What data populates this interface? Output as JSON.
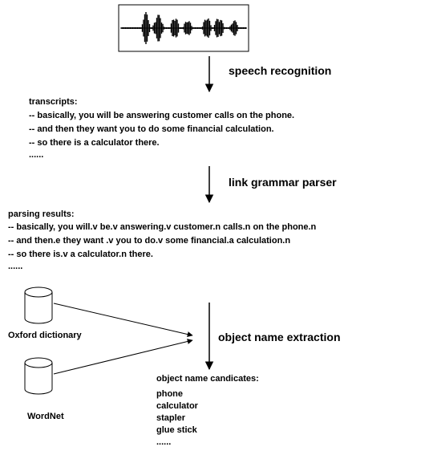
{
  "steps": {
    "speech_recognition": "speech recognition",
    "link_grammar": "link grammar parser",
    "object_extraction": "object name extraction"
  },
  "transcripts": {
    "heading": "transcripts:",
    "lines": [
      "-- basically, you will be answering customer calls on the phone.",
      "-- and then they want you to do some financial calculation.",
      "-- so there is a calculator there.",
      "......"
    ]
  },
  "parsing": {
    "heading": "parsing results:",
    "lines": [
      "-- basically, you will.v be.v answering.v customer.n calls.n on the phone.n",
      "-- and then.e they want .v you to do.v some financial.a calculation.n",
      "-- so there is.v a calculator.n there.",
      "......"
    ]
  },
  "sources": {
    "oxford": "Oxford dictionary",
    "wordnet": "WordNet"
  },
  "candidates": {
    "heading": "object name candicates:",
    "items": [
      "phone",
      "calculator",
      "stapler",
      "glue stick",
      "......"
    ]
  }
}
